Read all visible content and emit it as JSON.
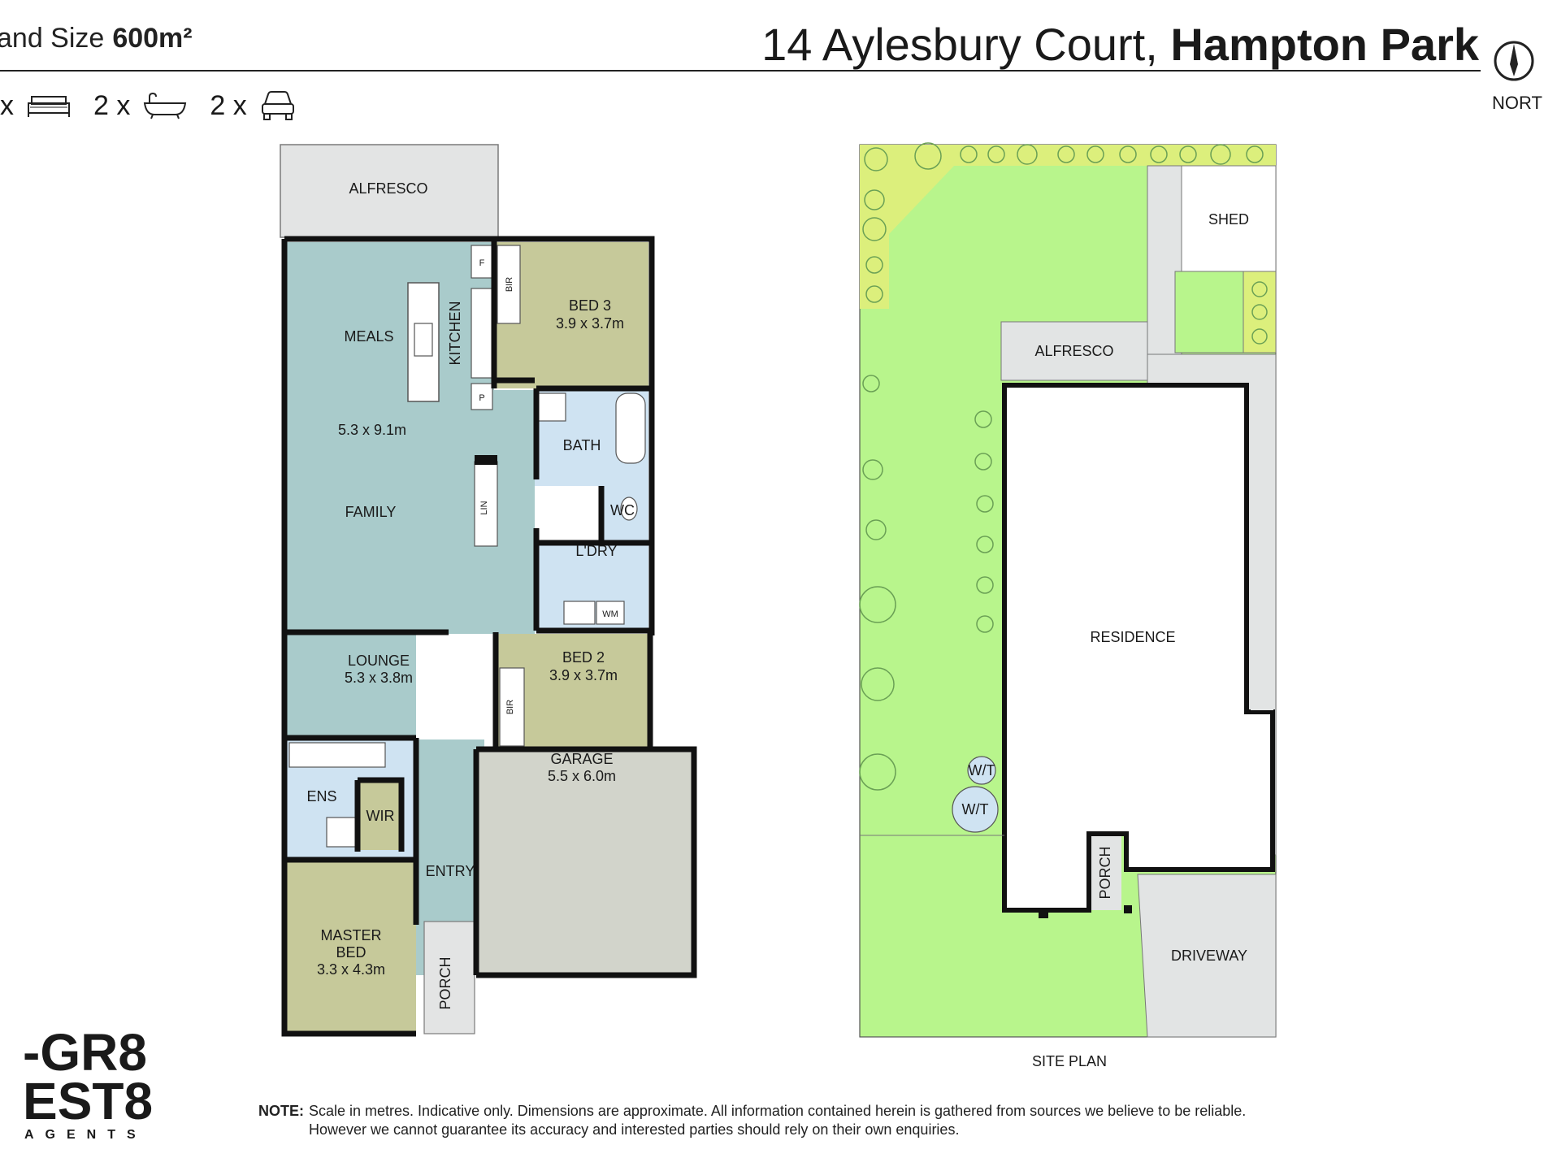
{
  "header": {
    "land_label": "and Size",
    "land_value": "600m²",
    "address_street": "14 Aylesbury Court,",
    "address_suburb": "Hampton Park",
    "north_label": "NORT"
  },
  "features": {
    "bed_count_fragment": "x",
    "bath_text": "2 x",
    "car_text": "2 x"
  },
  "floor_plan": {
    "rooms": {
      "alfresco": "ALFRESCO",
      "meals": "MEALS",
      "kitchen": "KITCHEN",
      "meals_family_size": "5.3 x 9.1m",
      "family": "FAMILY",
      "bed3": "BED 3",
      "bed3_size": "3.9 x 3.7m",
      "bath": "BATH",
      "wc": "WC",
      "laundry": "L'DRY",
      "wm": "WM",
      "lin": "LIN",
      "fridge": "F",
      "pantry": "P",
      "bir": "BIR",
      "lounge": "LOUNGE",
      "lounge_size": "5.3 x 3.8m",
      "bed2": "BED 2",
      "bed2_size": "3.9 x 3.7m",
      "garage": "GARAGE",
      "garage_size": "5.5 x 6.0m",
      "ens": "ENS",
      "wir": "WIR",
      "entry": "ENTRY",
      "master_line1": "MASTER",
      "master_line2": "BED",
      "master_size": "3.3 x 4.3m",
      "porch": "PORCH"
    }
  },
  "site_plan": {
    "caption": "SITE PLAN",
    "shed": "SHED",
    "alfresco": "ALFRESCO",
    "residence": "RESIDENCE",
    "porch": "PORCH",
    "driveway": "DRIVEWAY",
    "water_tank": "W/T"
  },
  "note": {
    "tag": "NOTE:",
    "line1": "Scale in metres. Indicative only. Dimensions are approximate. All information contained herein is gathered from sources we believe to be reliable.",
    "line2": "However we cannot guarantee its accuracy and interested parties should rely on their own enquiries."
  },
  "logo": {
    "line1": "-GR8",
    "line2": "EST8",
    "line3": "AGENTS"
  },
  "colors": {
    "living": "#a9cbcb",
    "bedroom": "#c6c99a",
    "wet": "#cfe3f2",
    "garage": "#d2d4cb",
    "outdoor": "#e3e4e4",
    "lawn": "#b8f58c",
    "garden": "#dcef7c",
    "paving": "#e2e4e4",
    "logo_accent": "#5dbdb0"
  }
}
